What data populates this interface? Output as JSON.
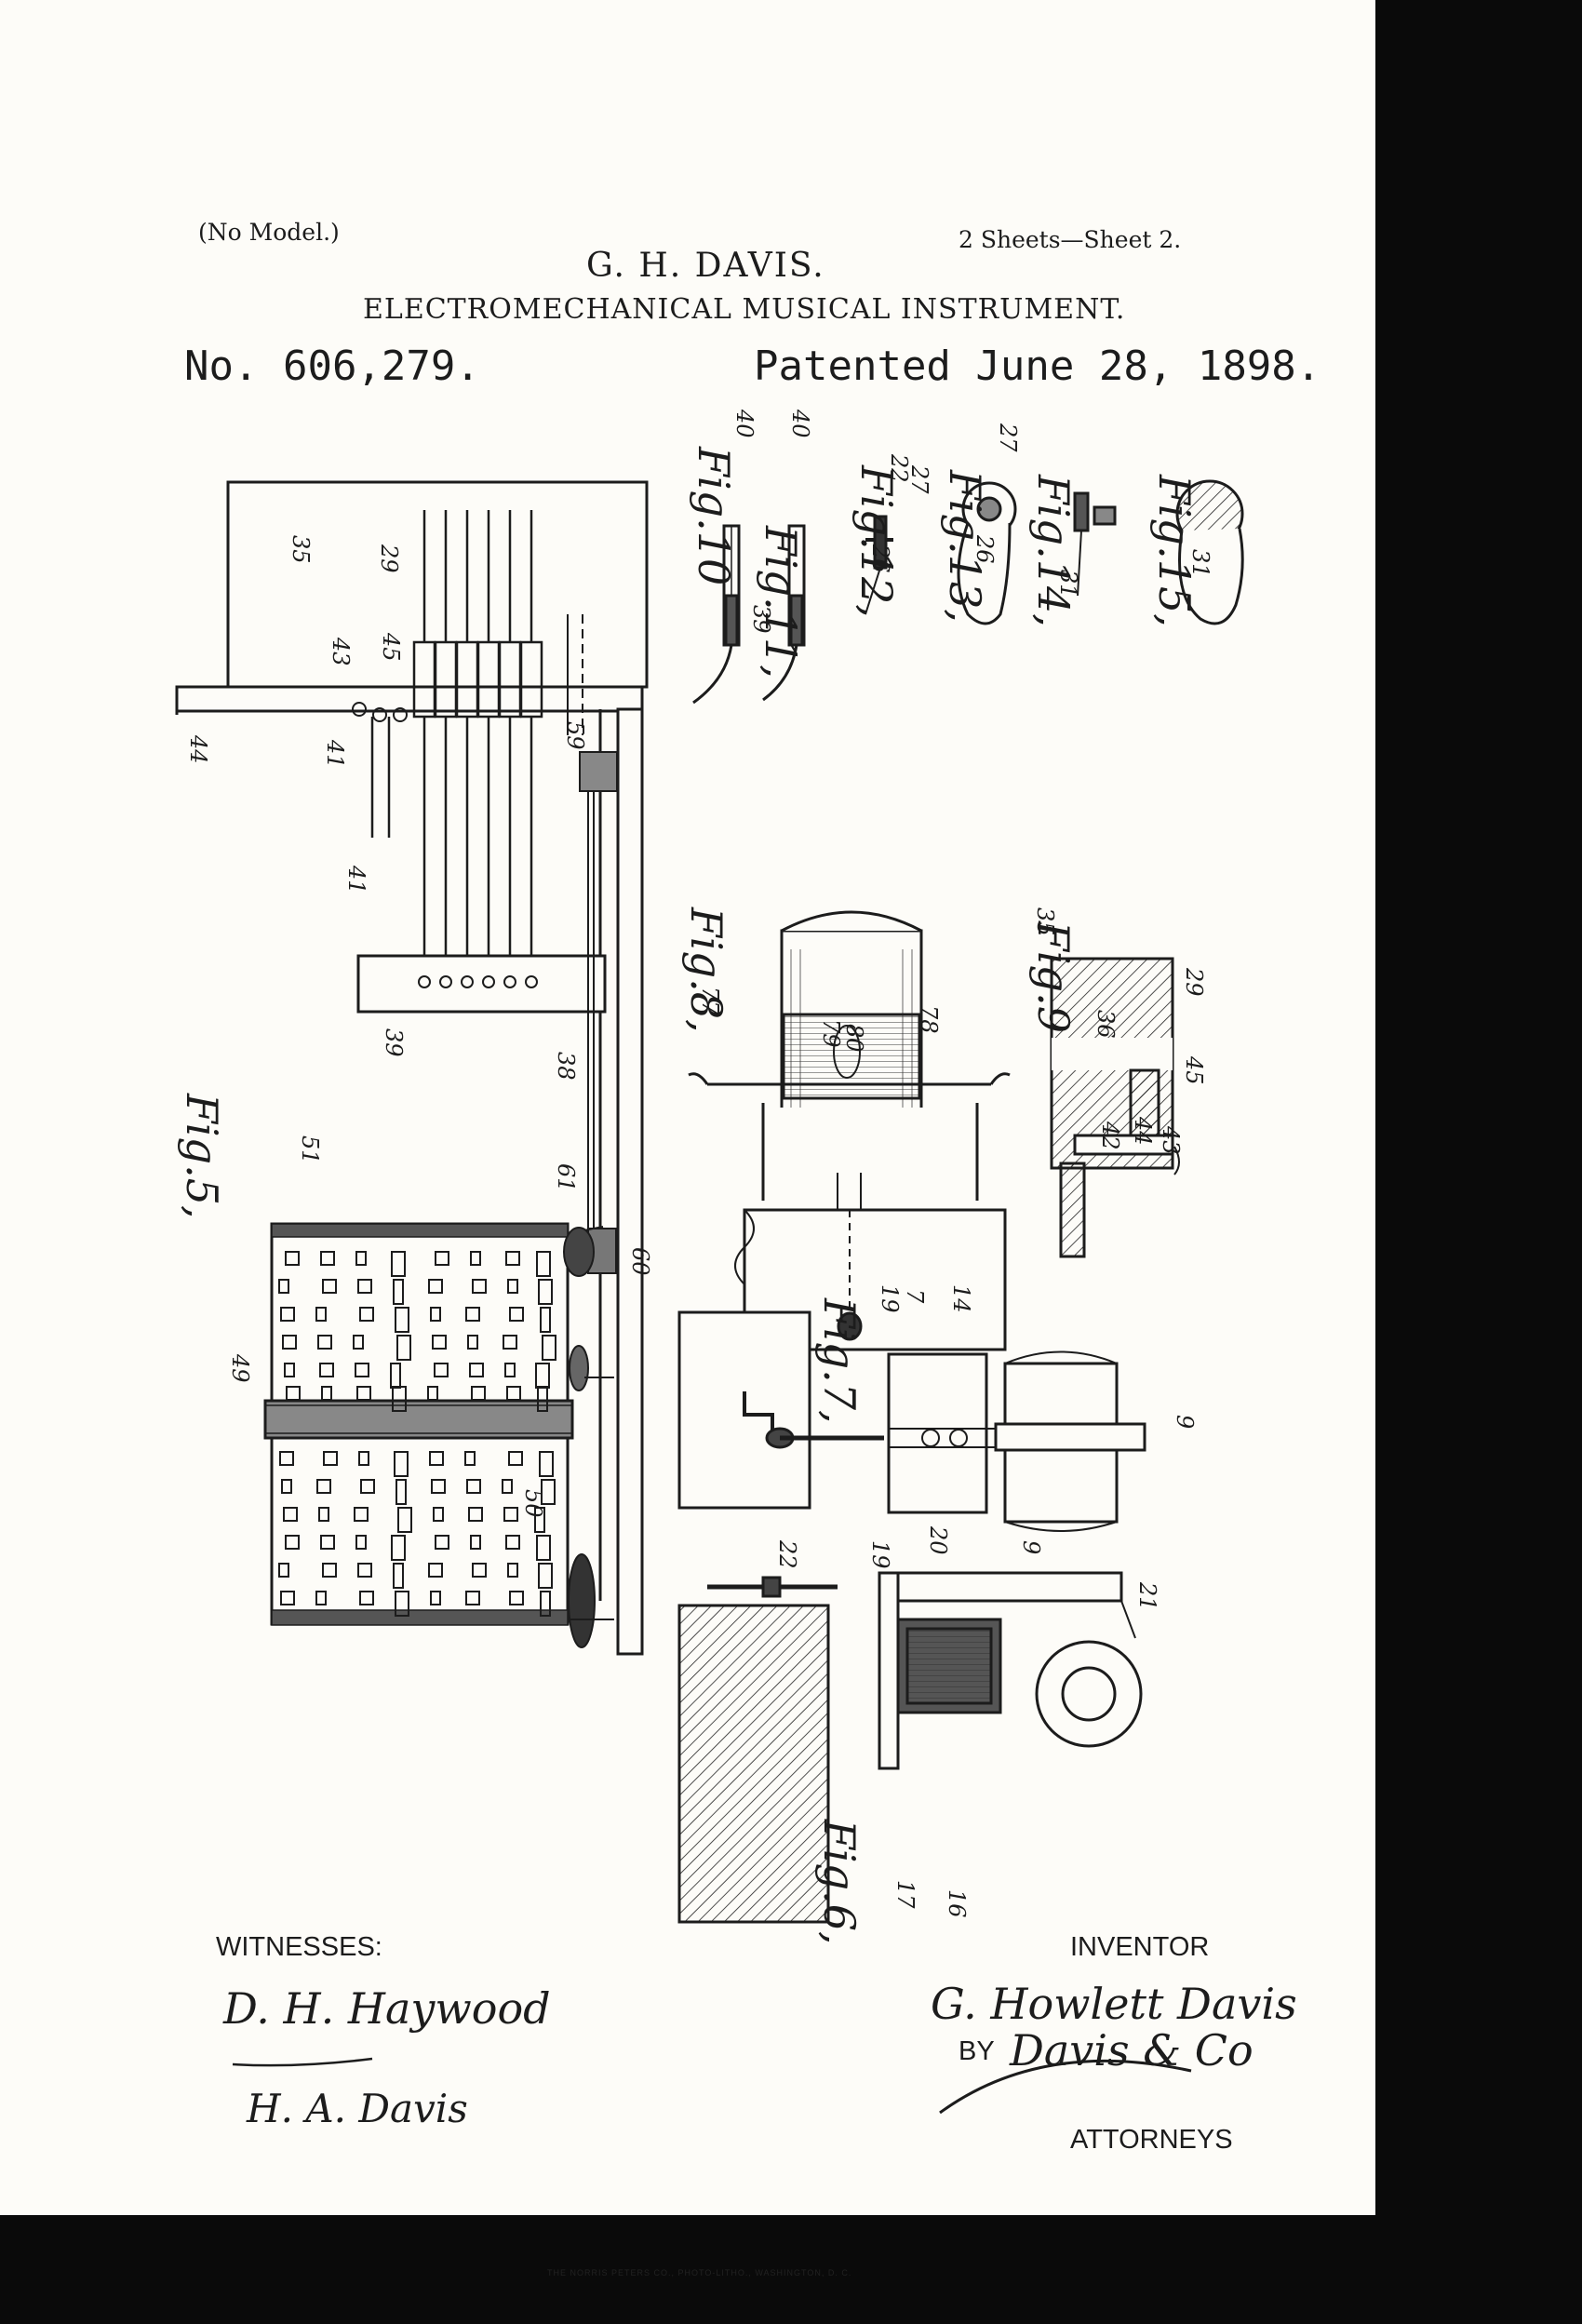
{
  "header": {
    "no_model": "(No Model.)",
    "sheets": "2 Sheets—Sheet 2.",
    "inventor_name": "G. H. DAVIS.",
    "title": "ELECTROMECHANICAL MUSICAL INSTRUMENT.",
    "patent_number": "No. 606,279.",
    "patented_date": "Patented June 28, 1898."
  },
  "figures": [
    "Fig.5,",
    "Fig.6,",
    "Fig.7,",
    "Fig.8,",
    "Fig.9",
    "Fig.10",
    "Fig.11,",
    "Fig.12,",
    "Fig.13,",
    "Fig.14,",
    "Fig.15,"
  ],
  "reference_numerals": {
    "fig5": [
      "35",
      "29",
      "45",
      "43",
      "44",
      "41",
      "41",
      "39",
      "38",
      "59",
      "51",
      "61",
      "60",
      "49",
      "50"
    ],
    "fig6": [
      "22",
      "19",
      "20",
      "9",
      "21",
      "17",
      "16"
    ],
    "fig7": [
      "19",
      "7",
      "14",
      "9"
    ],
    "fig8": [
      "77",
      "79",
      "80",
      "78"
    ],
    "fig9": [
      "35",
      "36",
      "29",
      "45",
      "44",
      "42",
      "43"
    ],
    "fig10_15": [
      "40",
      "39",
      "40",
      "22",
      "27",
      "26",
      "27",
      "26",
      "31",
      "31"
    ]
  },
  "signatures": {
    "witnesses_label": "WITNESSES:",
    "witness_1": "D. H. Haywood",
    "witness_2": "H. A. Davis",
    "inventor_label": "INVENTOR",
    "inventor_signature": "G. Howlett Davis",
    "by_label": "BY",
    "attorney_signature": "Davis & Co",
    "attorneys_label": "ATTORNEYS"
  },
  "printer_credit": "THE NORRIS PETERS CO., PHOTO-LITHO., WASHINGTON, D. C.",
  "colors": {
    "paper": "#fdfcf8",
    "ink": "#1c1c1c",
    "frame": "#0a0a0a"
  }
}
